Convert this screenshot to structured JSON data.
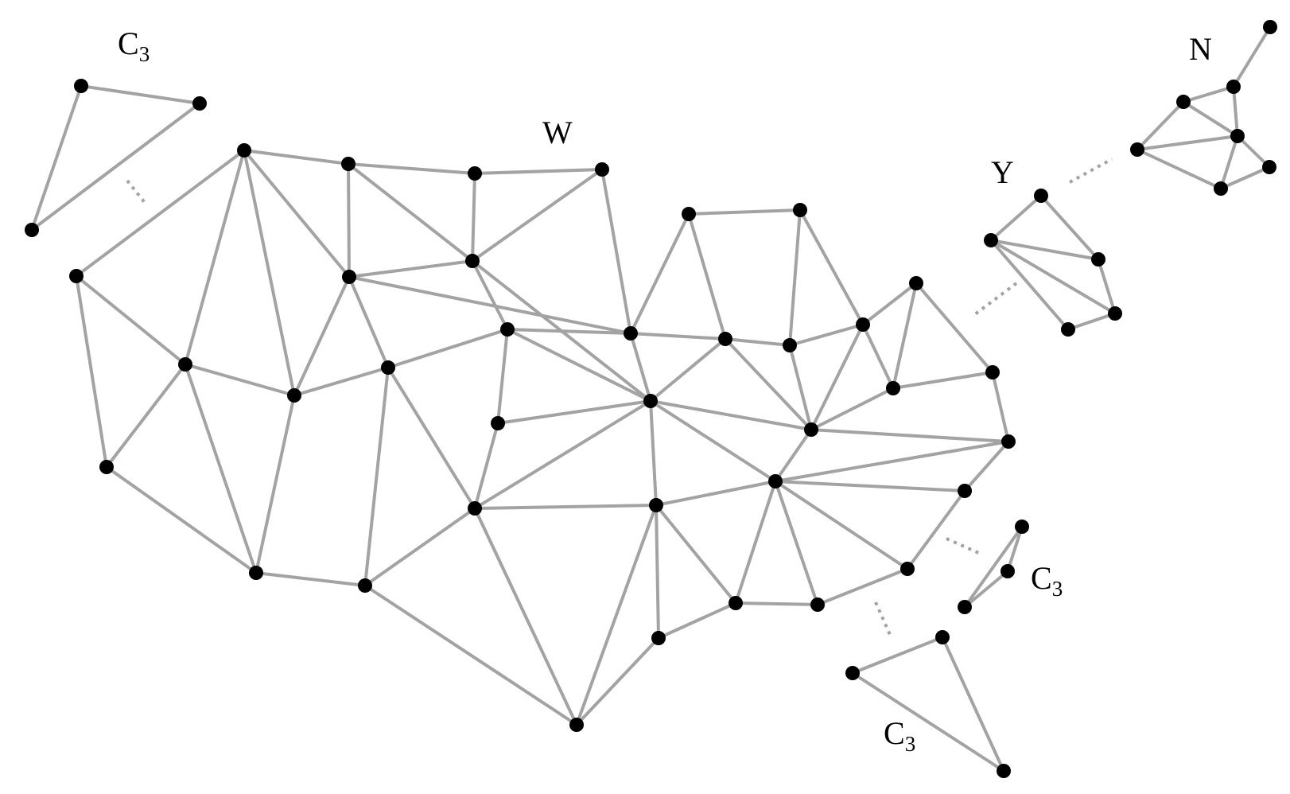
{
  "labels": {
    "top_left_triangle": {
      "base": "C",
      "sub": "3"
    },
    "main_graph": "W",
    "small_graph": "Y",
    "top_right_graph": "N",
    "right_triangle": {
      "base": "C",
      "sub": "3"
    },
    "bottom_triangle": {
      "base": "C",
      "sub": "3"
    }
  },
  "colors": {
    "edge": "#a3a3a3",
    "node": "#000000",
    "background": "#ffffff"
  }
}
